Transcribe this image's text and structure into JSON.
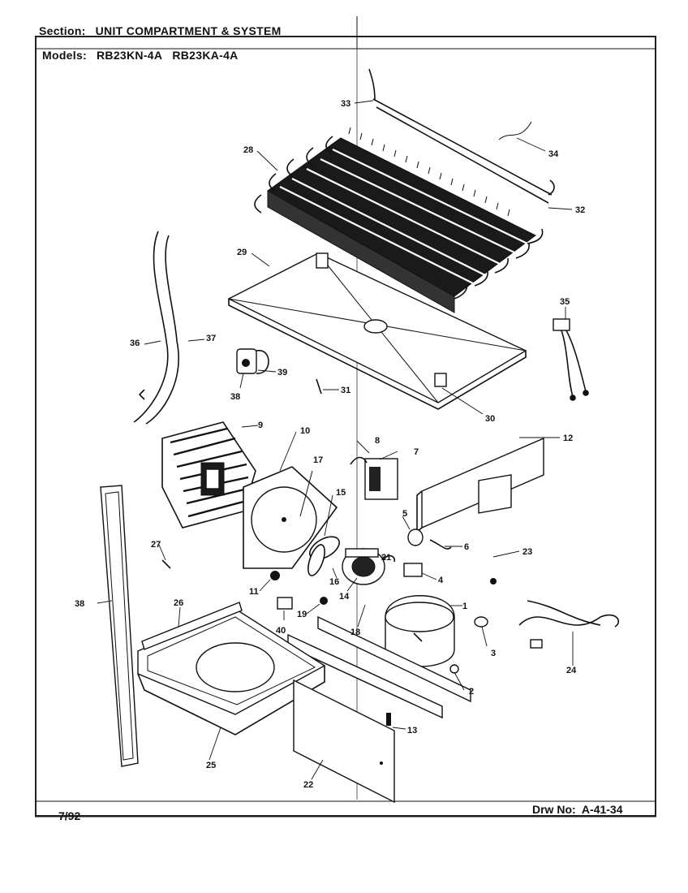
{
  "header": {
    "section_label": "Section:",
    "section_value": "UNIT COMPARTMENT & SYSTEM",
    "models_label": "Models:",
    "models_value": "RB23KN-4A   RB23KA-4A"
  },
  "footer": {
    "date": "7/92",
    "drawing_number": "Drw No:  A-41-34"
  },
  "callouts": [
    "1",
    "2",
    "3",
    "4",
    "5",
    "6",
    "7",
    "8",
    "9",
    "10",
    "11",
    "12",
    "13",
    "14",
    "15",
    "16",
    "17",
    "18",
    "19",
    "21",
    "22",
    "23",
    "24",
    "25",
    "26",
    "27",
    "28",
    "29",
    "30",
    "31",
    "32",
    "33",
    "34",
    "35",
    "36",
    "37",
    "38",
    "39",
    "40"
  ]
}
